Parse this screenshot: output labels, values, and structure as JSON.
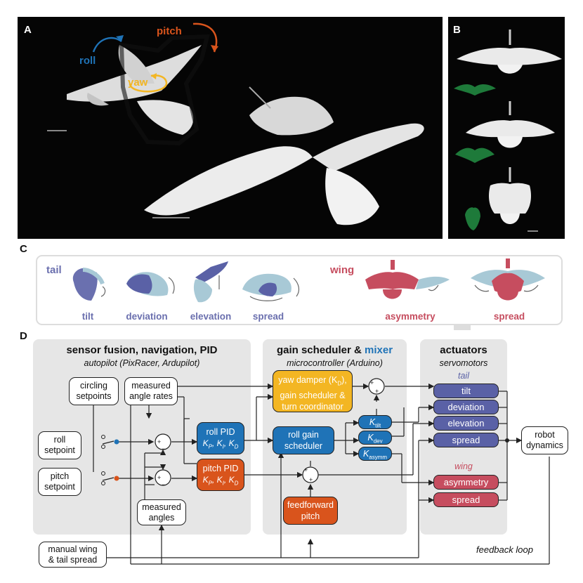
{
  "panels": {
    "a": "A",
    "b": "B",
    "c": "C",
    "d": "D"
  },
  "photo_a": {
    "roll": "roll",
    "pitch": "pitch",
    "yaw": "yaw"
  },
  "panel_c": {
    "tail_heading": "tail",
    "tail_items": [
      "tilt",
      "deviation",
      "elevation",
      "spread"
    ],
    "wing_heading": "wing",
    "wing_items": [
      "asymmetry",
      "spread"
    ]
  },
  "sections": {
    "sensor": {
      "title": "sensor fusion, navigation, PID",
      "subtitle": "autopilot (PixRacer, Ardupilot)"
    },
    "gain": {
      "title_a": "gain scheduler",
      "title_amp": " & ",
      "title_b": "mixer",
      "subtitle": "microcontroller (Arduino)"
    },
    "actuators": {
      "title": "actuators",
      "subtitle": "servomotors"
    }
  },
  "nodes": {
    "circling_setpoints": "circling\nsetpoints",
    "measured_angle_rates": "measured\nangle rates",
    "roll_setpoint": "roll\nsetpoint",
    "pitch_setpoint": "pitch\nsetpoint",
    "measured_angles": "measured\nangles",
    "manual_spread": "manual wing\n& tail spread",
    "robot_dynamics": "robot\ndynamics"
  },
  "controllers": {
    "roll_pid_title": "roll PID",
    "pitch_pid_title": "pitch PID",
    "gains_line": "K",
    "roll_gain": "roll gain\nscheduler",
    "yaw_damper_a": "yaw damper (K",
    "yaw_damper_sub": "D",
    "yaw_damper_b": "),",
    "yaw_damper_rest": "gain scheduler &\nturn coordinator",
    "feedforward": "feedforward\npitch",
    "k_tilt": "tilt",
    "k_dev": "dev",
    "k_asymm": "asymm"
  },
  "actuators": {
    "tail_label": "tail",
    "tail": [
      "tilt",
      "deviation",
      "elevation",
      "spread"
    ],
    "wing_label": "wing",
    "wing": [
      "asymmetry",
      "spread"
    ]
  },
  "feedback_label": "feedback loop",
  "colors": {
    "blue": "#1f73b7",
    "orange": "#d9541c",
    "yellow": "#f3b623",
    "purple": "#5a61a6",
    "wing_red": "#c64d5f",
    "tail_label": "#6a6fae",
    "section_bg": "#e6e6e6"
  }
}
